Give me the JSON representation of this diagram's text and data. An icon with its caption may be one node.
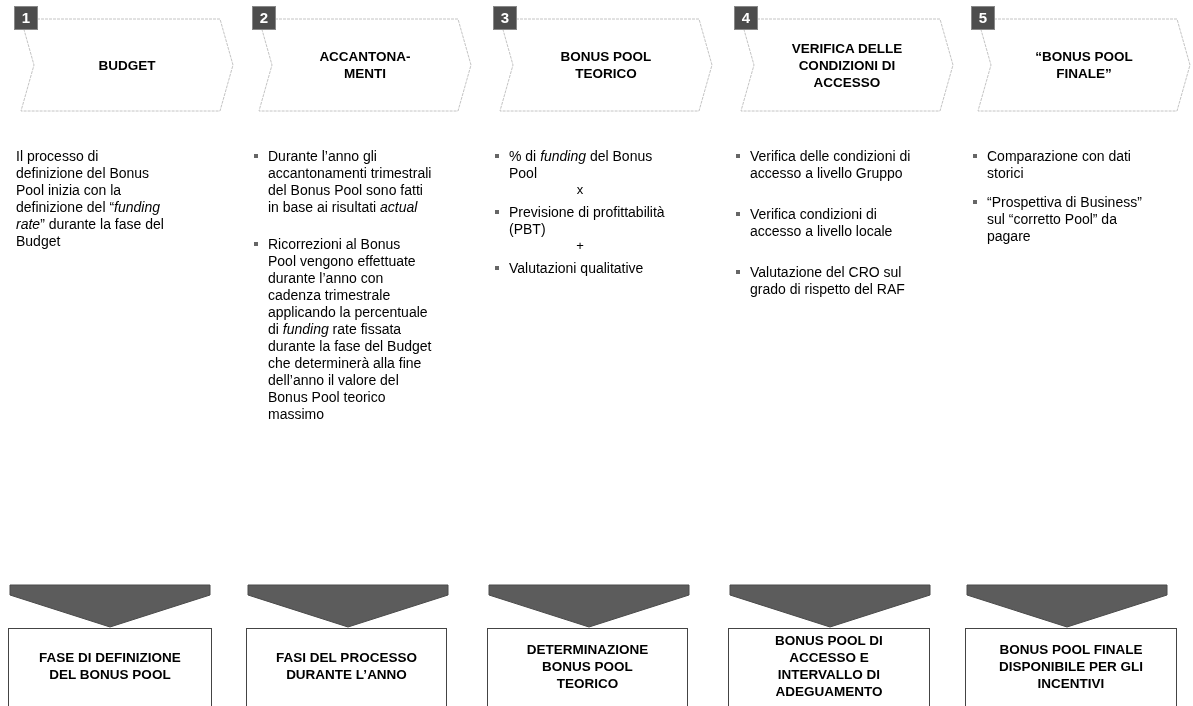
{
  "diagram": {
    "nodes": [
      {
        "text": [
          "1"
        ]
      },
      {
        "text": [
          "2"
        ]
      },
      {
        "text": [
          "3"
        ]
      },
      {
        "text": [
          "4"
        ]
      },
      {
        "text": [
          "5"
        ]
      },
      {
        "text": [
          "BUDGET"
        ]
      },
      {
        "text": [
          "ACCANTONA- MENTI"
        ]
      },
      {
        "text": [
          "BONUS POOL TEORICO"
        ]
      },
      {
        "text": [
          "VERIFICA DELLE CONDIZIONI DI ACCESSO"
        ]
      },
      {
        "text": [
          "“BONUS POOL FINALE”"
        ]
      },
      {
        "text": [
          "FASE DI DEFINIZIONE DEL BONUS POOL"
        ]
      },
      {
        "text": [
          "FASI DEL PROCESSO DURANTE L’ANNO"
        ]
      },
      {
        "text": [
          "DETERMINAZIONE BONUS POOL TEORICO"
        ]
      },
      {
        "text": [
          "BONUS POOL DI ACCESSO E INTERVALLO DI ADEGUAMENTO"
        ]
      },
      {
        "text": [
          "BONUS POOL FINALE DISPONIBILE PER GLI INCENTIVI"
        ]
      }
    ],
    "edges": [
      {
        "from": null,
        "to": 10,
        "arrow": "to"
      },
      {
        "from": null,
        "to": 11,
        "arrow": "to"
      },
      {
        "from": null,
        "to": 12,
        "arrow": "to"
      },
      {
        "from": null,
        "to": 13,
        "arrow": "to"
      },
      {
        "from": null,
        "to": 14,
        "arrow": "to"
      }
    ],
    "labels": [
      "Il processo di definizione del Bonus Pool inizia con la definizione del “*funding rate*” durante la fase del Budget",
      "Durante l’anno gli accantonamenti trimestrali del Bonus Pool sono fatti in base ai risultati *actual*",
      "Ricorrezioni al Bonus Pool vengono effettuate durante l’anno con cadenza trimestrale applicando la percentuale di *funding* rate fissata durante la fase del Budget che determinerà alla fine dell’anno il valore del Bonus Pool teorico massimo",
      "% di *funding* del Bonus Pool",
      "x",
      "Previsione di profittabilità (PBT)",
      "+",
      "Valutazioni qualitative",
      "Verifica delle condizioni di accesso a livello Gruppo",
      "Verifica condizioni di accesso a livello locale",
      "Valutazione del CRO sul grado di rispetto del RAF",
      "Comparazione con dati storici",
      "“Prospettiva di Business” sul “corretto Pool” da pagare"
    ]
  }
}
